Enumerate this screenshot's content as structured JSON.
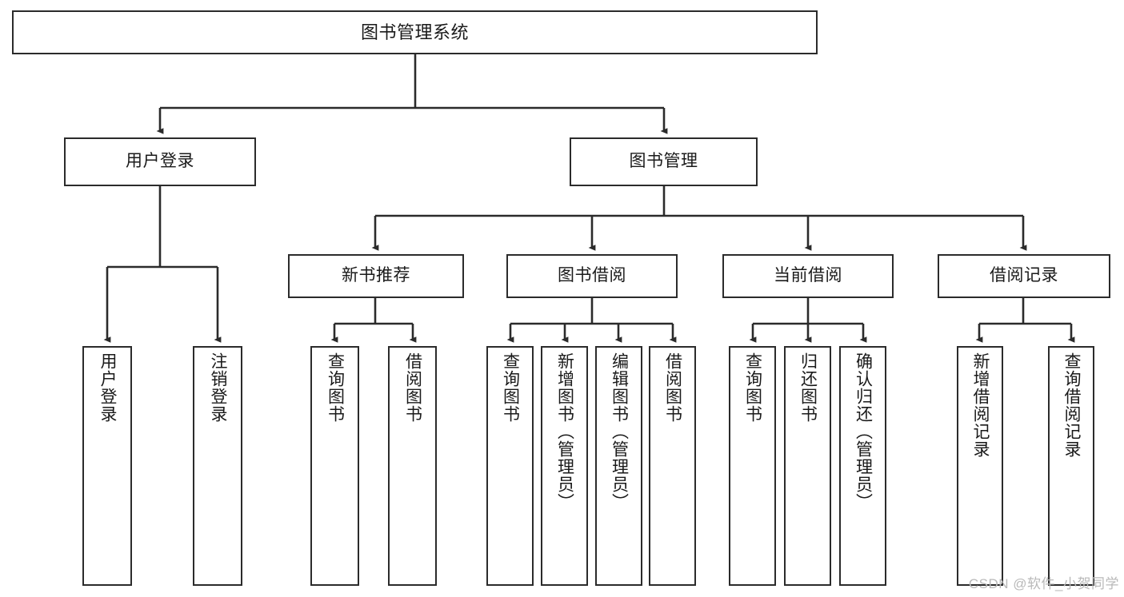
{
  "diagram": {
    "type": "tree-hierarchy",
    "title": "图书管理系统",
    "root": {
      "label": "图书管理系统"
    },
    "level1": [
      {
        "label": "用户登录"
      },
      {
        "label": "图书管理"
      }
    ],
    "level2": [
      {
        "label": "新书推荐"
      },
      {
        "label": "图书借阅"
      },
      {
        "label": "当前借阅"
      },
      {
        "label": "借阅记录"
      }
    ],
    "leaves": {
      "user_login": [
        {
          "label": "用户登录"
        },
        {
          "label": "注销登录"
        }
      ],
      "new_book_recommend": [
        {
          "label": "查询图书"
        },
        {
          "label": "借阅图书"
        }
      ],
      "book_borrow": [
        {
          "label": "查询图书"
        },
        {
          "label": "新增图书（管理员）"
        },
        {
          "label": "编辑图书（管理员）"
        },
        {
          "label": "借阅图书"
        }
      ],
      "current_borrow": [
        {
          "label": "查询图书"
        },
        {
          "label": "归还图书"
        },
        {
          "label": "确认归还（管理员）"
        }
      ],
      "borrow_record": [
        {
          "label": "新增借阅记录"
        },
        {
          "label": "查询借阅记录"
        }
      ]
    }
  },
  "watermark": {
    "text": "CSDN @软件_小贺同学"
  },
  "colors": {
    "stroke": "#2b2b2b",
    "fill": "#ffffff",
    "text": "#1a1a1a",
    "watermark": "#b9b9b9"
  }
}
